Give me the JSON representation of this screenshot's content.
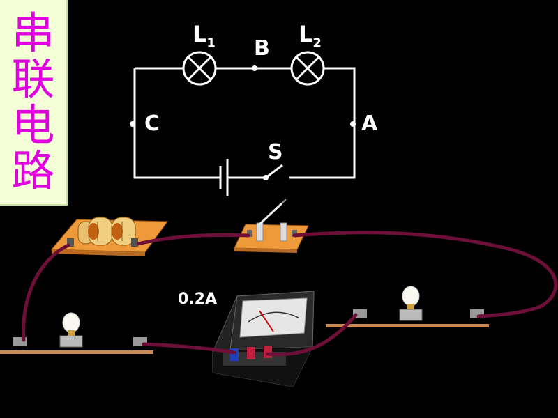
{
  "title": [
    "串",
    "联",
    "电",
    "路"
  ],
  "schematic": {
    "lamp1": {
      "letter": "L",
      "sub": "1"
    },
    "lamp2": {
      "letter": "L",
      "sub": "2"
    },
    "point_b": "B",
    "point_c": "C",
    "point_a": "A",
    "switch": "S"
  },
  "ammeter_reading": "0.2A",
  "colors": {
    "wire": "#6e0f3a",
    "board": "#ee9a3a",
    "title_text": "#e000e0",
    "title_bg": "#f4ffd8"
  },
  "icons": [
    "lamp-symbol-icon",
    "battery-symbol-icon",
    "switch-symbol-icon",
    "battery-holder-icon",
    "knife-switch-icon",
    "ammeter-icon",
    "light-bulb-icon"
  ]
}
